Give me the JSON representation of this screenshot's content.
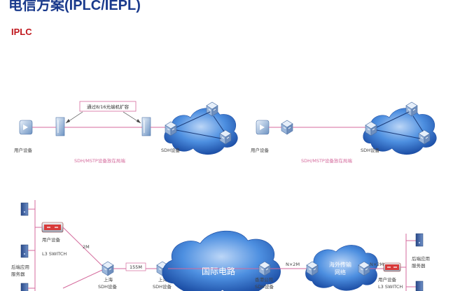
{
  "title": "电信方案(IPLC/IEPL)",
  "subtitle": "IPLC",
  "top_left": {
    "note": "通过8/16光端机扩容",
    "user_label": "用户设备",
    "sdh_label": "SDH设备",
    "mstp_note": "SDH/MSTP设备放在局端"
  },
  "top_right": {
    "user_label": "用户设备",
    "sdh_label": "SDH设备",
    "mstp_note": "SDH/MSTP设备放在局端"
  },
  "bottom": {
    "left_user": "用户设备",
    "left_switch": "L3 SWITCH",
    "left_backend_1": "后端应用",
    "left_backend_2": "服务器",
    "link_2m": "2M",
    "link_155": "155M",
    "shanghai_1": "上海",
    "shanghai_sdh_1": "SDH设备",
    "shanghai_2": "上海",
    "shanghai_sdh_2": "SDH设备",
    "intl_circuit": "国际电路",
    "hk_1": "香港公司",
    "hk_2": "SDH设备",
    "nx2m_1": "N×2M",
    "remote_net_1": "海外传输",
    "remote_net_2": "网络",
    "nx2m_2": "N×2M",
    "right_user": "用户设备",
    "right_switch": "L3 SWITCH",
    "right_backend_1": "后端应用",
    "right_backend_2": "服务器"
  },
  "colors": {
    "title": "#1a3a8c",
    "subtitle": "#c0181e",
    "line": "#d46a9c",
    "cloud": "#2f6fd0"
  }
}
